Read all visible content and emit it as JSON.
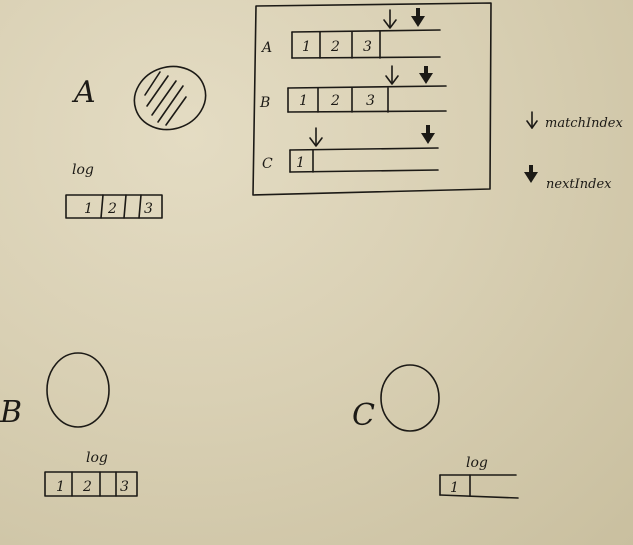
{
  "nodes": {
    "A": {
      "label": "A",
      "log_label": "log",
      "log_entries": [
        "1",
        "2",
        "3"
      ]
    },
    "B": {
      "label": "B",
      "log_label": "log",
      "log_entries": [
        "1",
        "2",
        "3"
      ]
    },
    "C": {
      "label": "C",
      "log_label": "log",
      "log_entries": [
        "1"
      ]
    }
  },
  "leader_table": {
    "rows": [
      {
        "label": "A",
        "entries": [
          "1",
          "2",
          "3"
        ]
      },
      {
        "label": "B",
        "entries": [
          "1",
          "2",
          "3"
        ]
      },
      {
        "label": "C",
        "entries": [
          "1"
        ]
      }
    ]
  },
  "legend": {
    "match_index": "matchIndex",
    "next_index": "nextIndex"
  }
}
